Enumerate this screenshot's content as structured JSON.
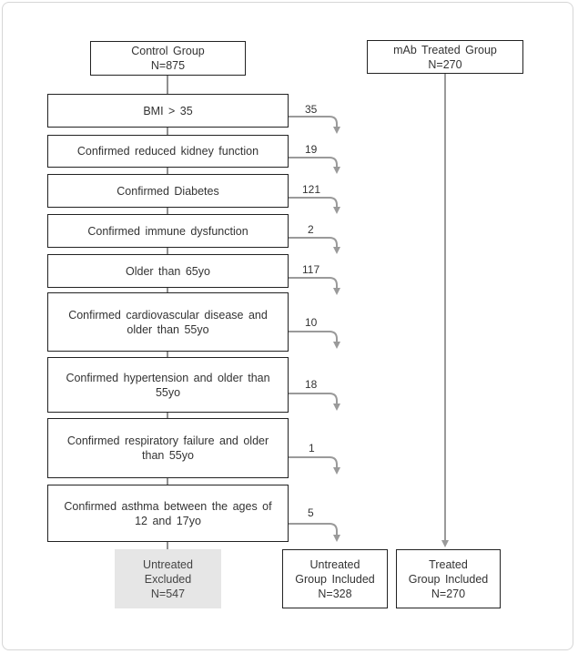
{
  "control_group": {
    "label": "Control Group",
    "n": "N=875"
  },
  "treated_group": {
    "label": "mAb Treated Group",
    "n": "N=270"
  },
  "exclusions": [
    {
      "label": "BMI > 35",
      "count": "35"
    },
    {
      "label": "Confirmed reduced kidney function",
      "count": "19"
    },
    {
      "label": "Confirmed Diabetes",
      "count": "121"
    },
    {
      "label": "Confirmed immune dysfunction",
      "count": "2"
    },
    {
      "label": "Older than 65yo",
      "count": "117"
    },
    {
      "label": "Confirmed cardiovascular disease and\nolder than 55yo",
      "count": "10"
    },
    {
      "label": "Confirmed hypertension and older than\n55yo",
      "count": "18"
    },
    {
      "label": "Confirmed respiratory failure and older\nthan 55yo",
      "count": "1"
    },
    {
      "label": "Confirmed asthma between the ages of\n12 and 17yo",
      "count": "5"
    }
  ],
  "untreated_excluded": {
    "label": "Untreated\nExcluded\nN=547"
  },
  "untreated_included": {
    "label": "Untreated\nGroup Included\nN=328"
  },
  "treated_included": {
    "label": "Treated\nGroup Included\nN=270"
  },
  "colors": {
    "arrow": "#9a9a9a",
    "box_border": "#222222",
    "excluded_fill": "#e6e6e6"
  }
}
